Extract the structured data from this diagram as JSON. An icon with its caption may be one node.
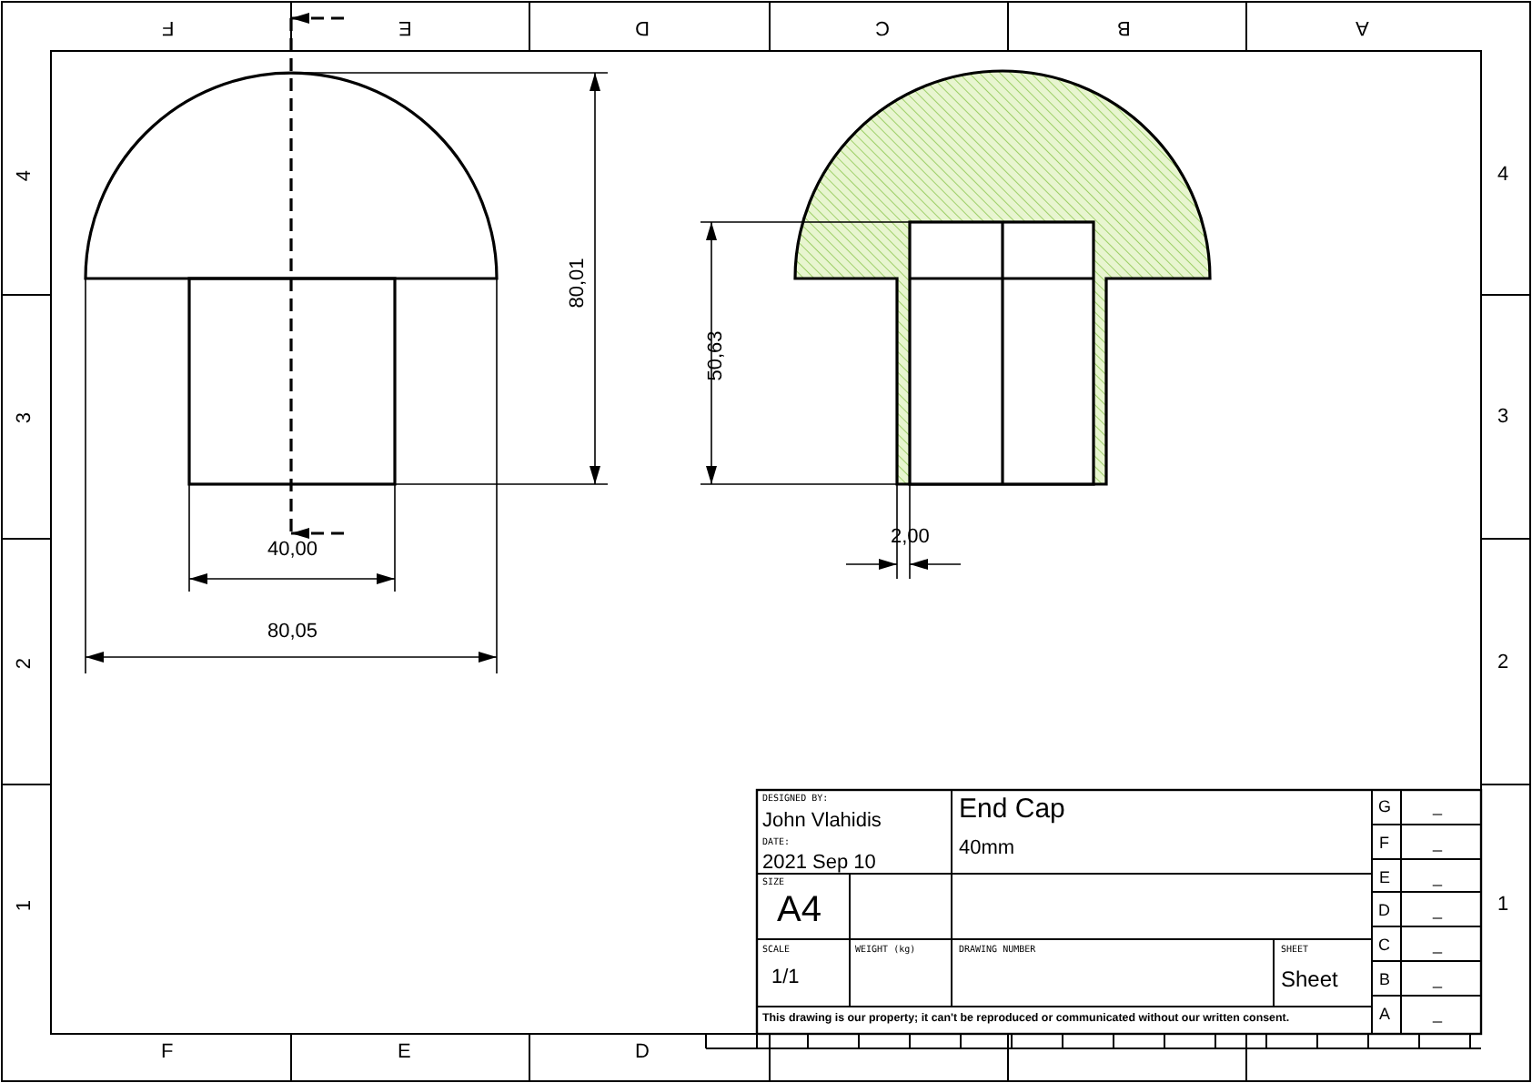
{
  "diagram": {
    "labels": [
      "F",
      "E",
      "D",
      "C",
      "B",
      "A",
      "4",
      "3",
      "2",
      "1",
      "4",
      "3",
      "2",
      "1",
      "F",
      "E",
      "D",
      "80,01",
      "50,63",
      "2,00",
      "40,00",
      "80,05",
      "DESIGNED BY:",
      "John Vlahidis",
      "DATE:",
      "2021 Sep 10",
      "End Cap",
      "40mm",
      "SIZE",
      "A4",
      "SCALE",
      "1/1",
      "WEIGHT (kg)",
      "DRAWING NUMBER",
      "SHEET",
      "Sheet",
      "This drawing is our property; it can't be reproduced or communicated without our written consent.",
      "G",
      "F",
      "E",
      "D",
      "C",
      "B",
      "A",
      "_",
      "_",
      "_",
      "_",
      "_",
      "_",
      "_"
    ]
  }
}
